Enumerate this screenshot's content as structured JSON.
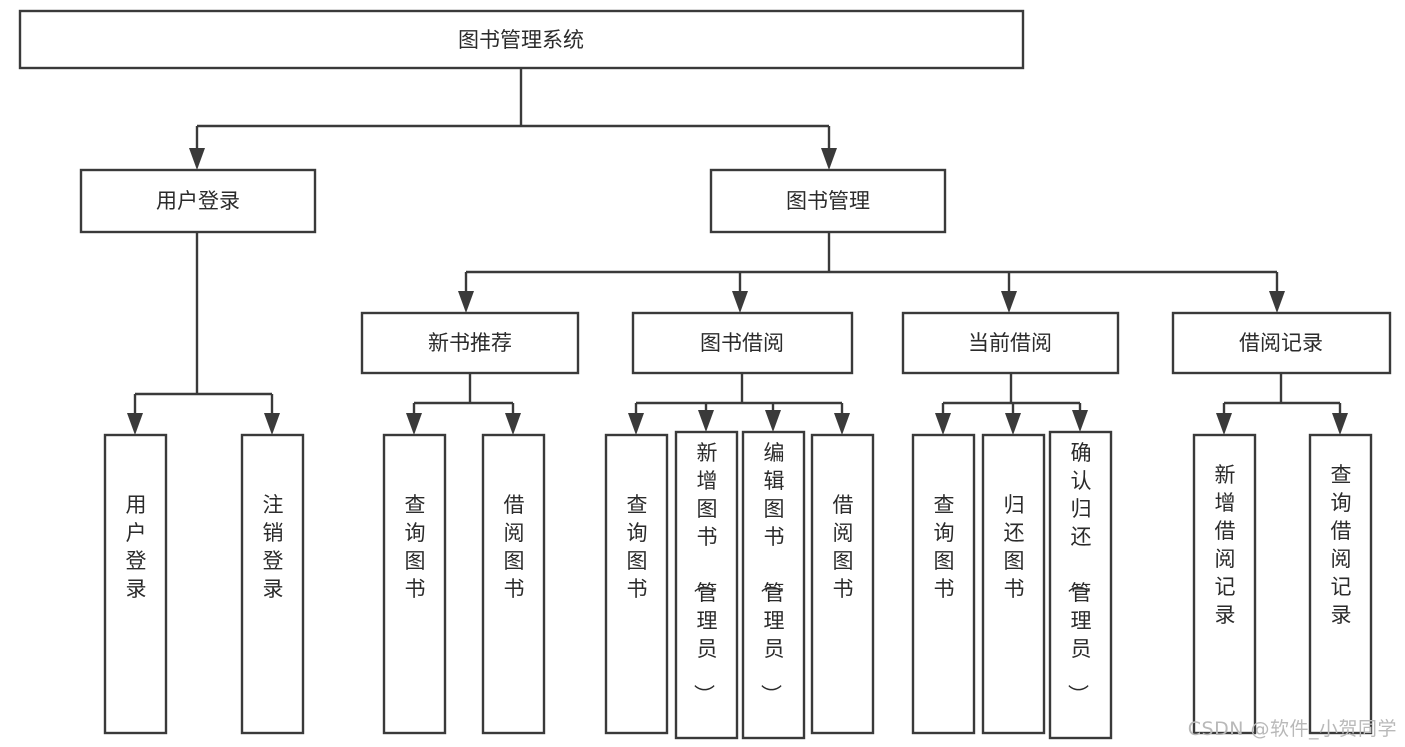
{
  "diagram": {
    "title": "图书管理系统",
    "type": "tree",
    "root": {
      "id": "root",
      "label": "图书管理系统",
      "level": 0
    },
    "level2": [
      {
        "id": "user-login",
        "label": "用户登录"
      },
      {
        "id": "book-manage",
        "label": "图书管理"
      }
    ],
    "level3": [
      {
        "id": "new-book-recommend",
        "label": "新书推荐",
        "parent": "book-manage"
      },
      {
        "id": "book-borrow",
        "label": "图书借阅",
        "parent": "book-manage"
      },
      {
        "id": "current-borrow",
        "label": "当前借阅",
        "parent": "book-manage"
      },
      {
        "id": "borrow-record",
        "label": "借阅记录",
        "parent": "book-manage"
      }
    ],
    "leaves": [
      {
        "id": "leaf-user-login",
        "label": "用户登录",
        "parent": "user-login"
      },
      {
        "id": "leaf-logout-login",
        "label": "注销登录",
        "parent": "user-login"
      },
      {
        "id": "leaf-query-book-1",
        "label": "查询图书",
        "parent": "new-book-recommend"
      },
      {
        "id": "leaf-borrow-book-1",
        "label": "借阅图书",
        "parent": "new-book-recommend"
      },
      {
        "id": "leaf-query-book-2",
        "label": "查询图书",
        "parent": "book-borrow"
      },
      {
        "id": "leaf-add-book",
        "label": "新增图书（管理员）",
        "parent": "book-borrow"
      },
      {
        "id": "leaf-edit-book",
        "label": "编辑图书（管理员）",
        "parent": "book-borrow"
      },
      {
        "id": "leaf-borrow-book-2",
        "label": "借阅图书",
        "parent": "book-borrow"
      },
      {
        "id": "leaf-query-book-3",
        "label": "查询图书",
        "parent": "current-borrow"
      },
      {
        "id": "leaf-return-book",
        "label": "归还图书",
        "parent": "current-borrow"
      },
      {
        "id": "leaf-confirm-return",
        "label": "确认归还（管理员）",
        "parent": "current-borrow"
      },
      {
        "id": "leaf-add-record",
        "label": "新增借阅记录",
        "parent": "borrow-record"
      },
      {
        "id": "leaf-query-record",
        "label": "查询借阅记录",
        "parent": "borrow-record"
      }
    ]
  },
  "watermark": {
    "text": "CSDN @软件_小贺同学",
    "color": "#b9b9b9"
  },
  "colors": {
    "stroke": "#3a3a3a",
    "fill": "#ffffff",
    "text": "#2b2b2b",
    "background": "#ffffff"
  }
}
